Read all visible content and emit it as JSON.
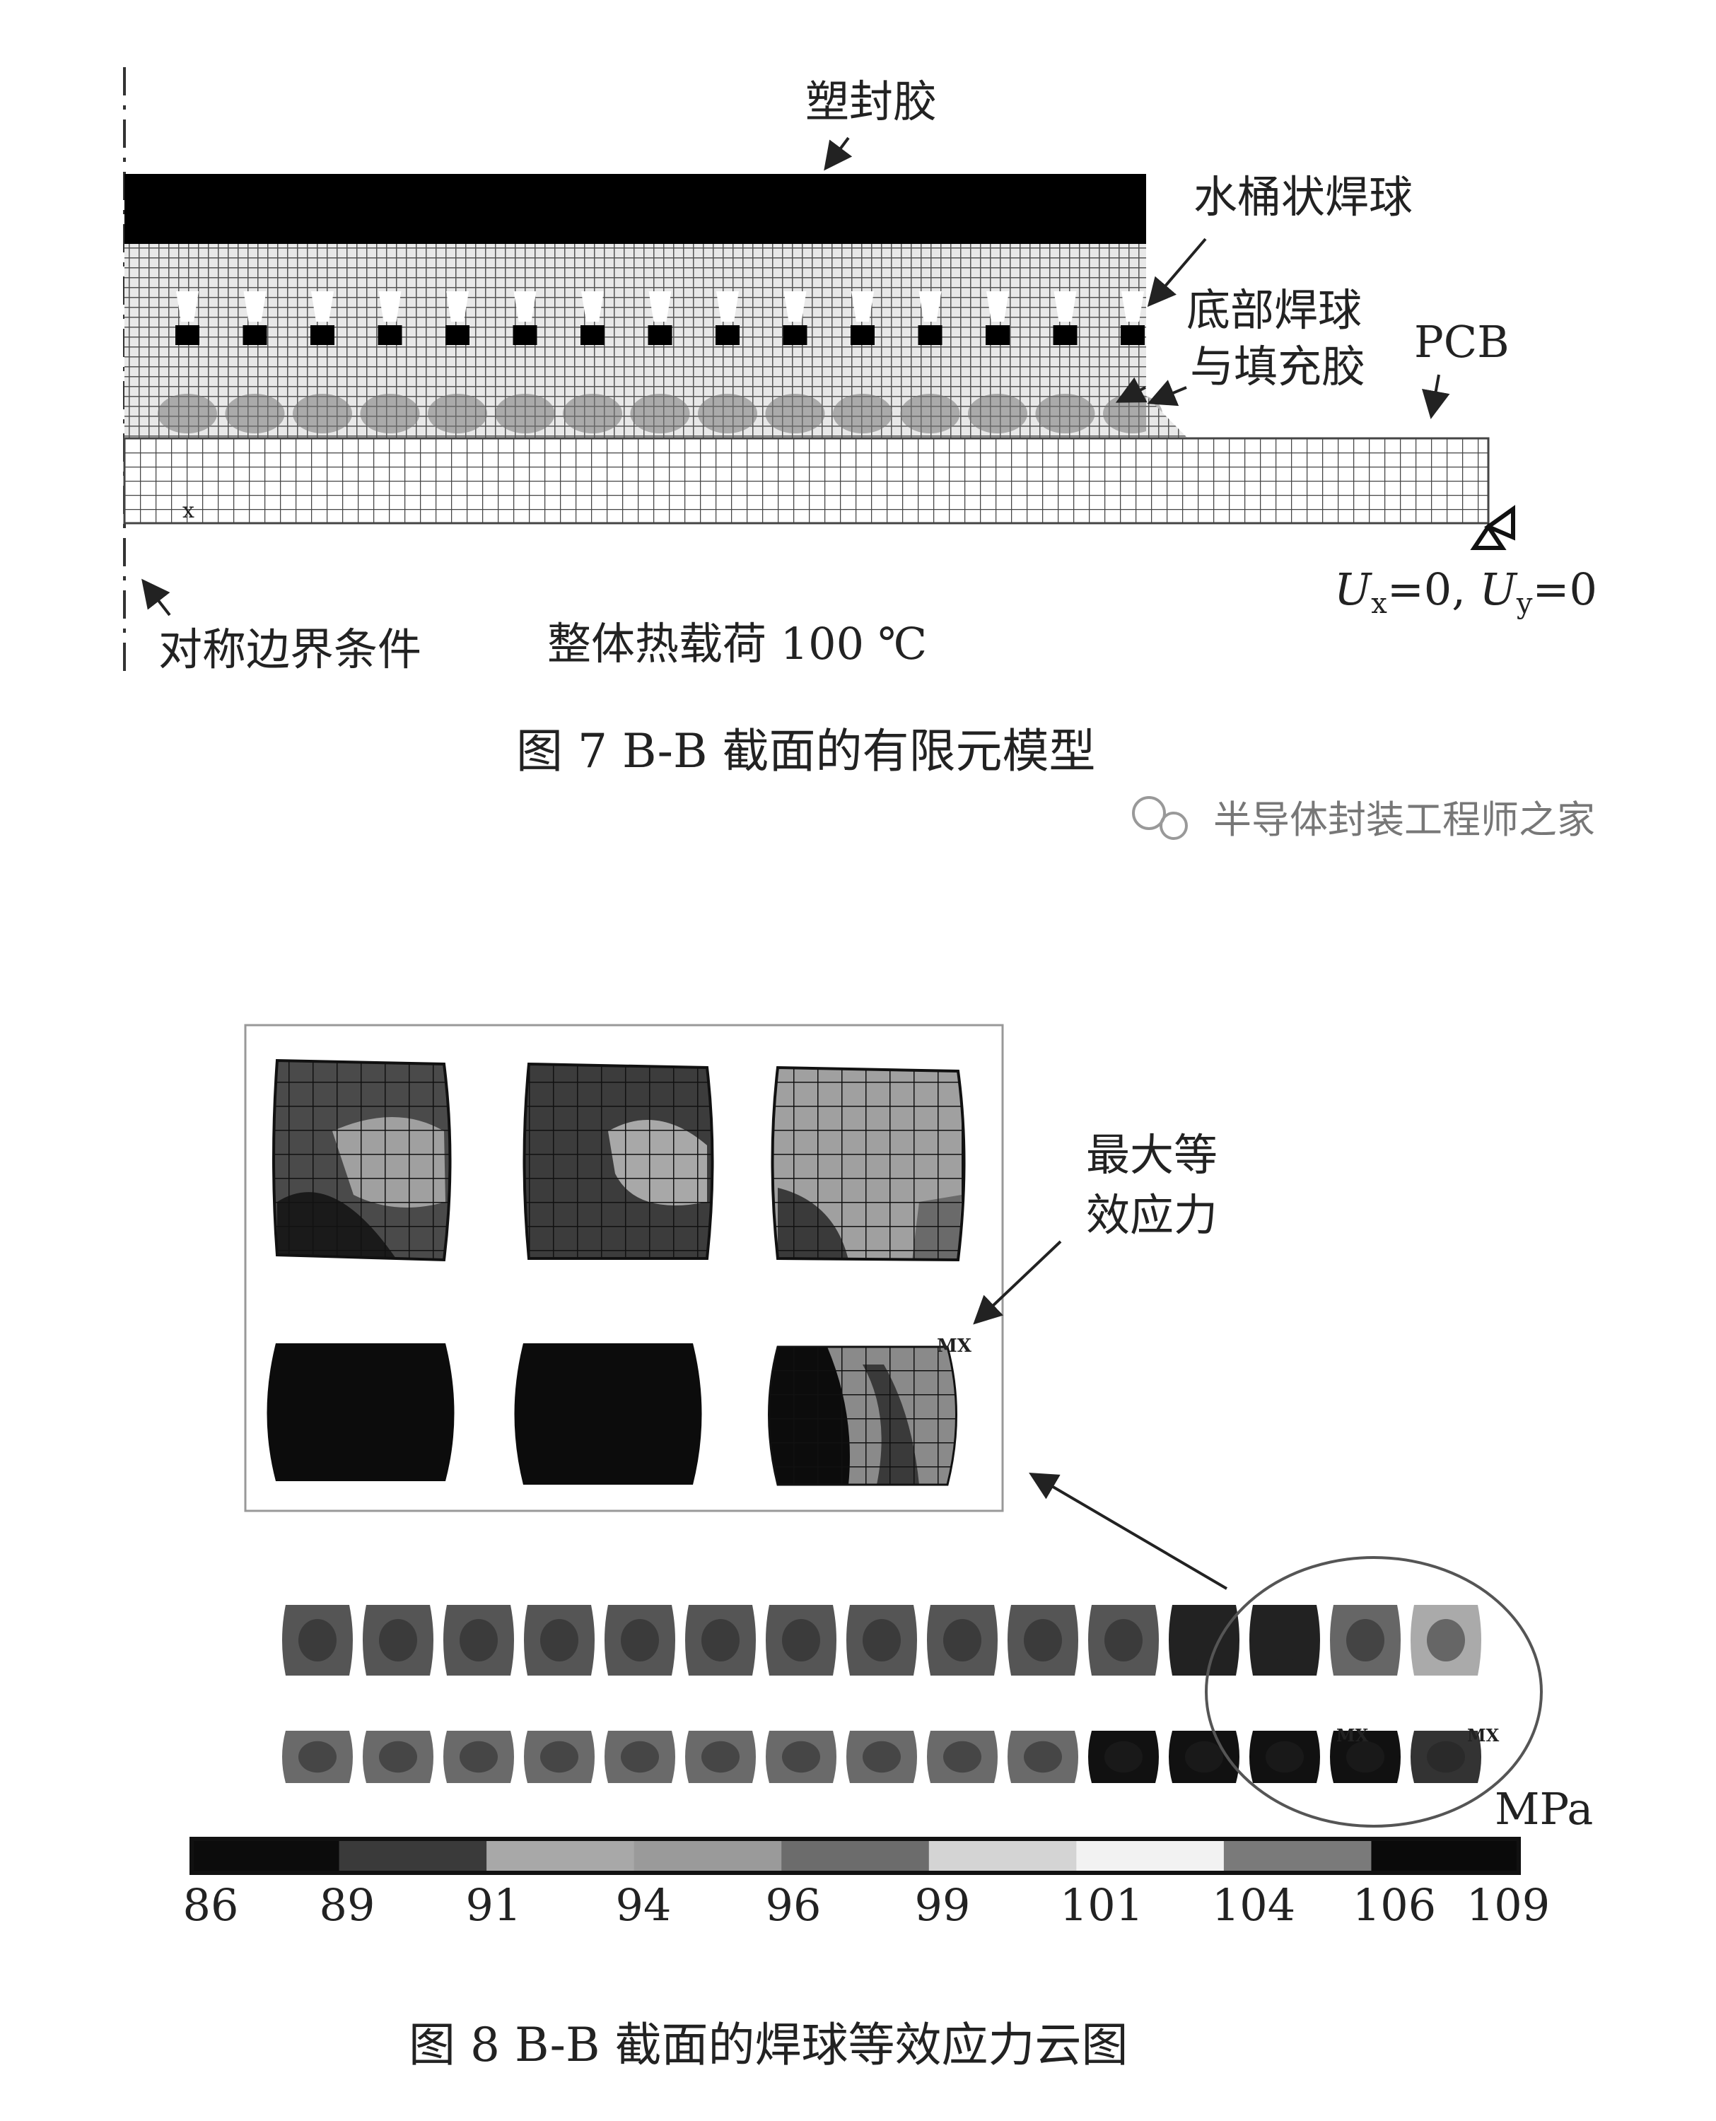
{
  "figure7": {
    "labels": {
      "mold": "塑封胶",
      "barrel_ball": "水桶状焊球",
      "bottom_ball_line1": "底部焊球",
      "bottom_ball_line2": "与填充胶",
      "pcb": "PCB",
      "boundary_ux": "U",
      "boundary_ux_sub": "x",
      "boundary_eq1": "=0, ",
      "boundary_uy": "U",
      "boundary_uy_sub": "y",
      "boundary_eq2": "=0",
      "symmetry": "对称边界条件",
      "thermal_load": "整体热载荷 100 ℃",
      "axis_marker": "x"
    },
    "caption": "图 7    B-B 截面的有限元模型",
    "upper_ball_count": 15,
    "lower_ball_count": 15
  },
  "watermark": "半导体封装工程师之家",
  "figure8": {
    "max_stress_line1": "最大等",
    "max_stress_line2": "效应力",
    "mx_marker": "MX",
    "unit": "MPa",
    "caption": "图 8    B-B 截面的焊球等效应力云图",
    "chart_data": {
      "type": "heatmap",
      "title": "B-B 截面的焊球等效应力云图",
      "unit": "MPa",
      "colorbar_ticks": [
        "86",
        "89",
        "91",
        "94",
        "96",
        "99",
        "101",
        "104",
        "106",
        "109"
      ],
      "range": [
        86,
        109
      ],
      "colorbar_colors": [
        "#0c0c0c",
        "#3a3a3a",
        "#a8a8a8",
        "#9a9a9a",
        "#6c6c6c",
        "#d4d4d4",
        "#f2f2f2",
        "#7a7a7a",
        "#0a0a0a"
      ],
      "upper_row_ball_count": 15,
      "lower_row_ball_count": 15
    }
  }
}
